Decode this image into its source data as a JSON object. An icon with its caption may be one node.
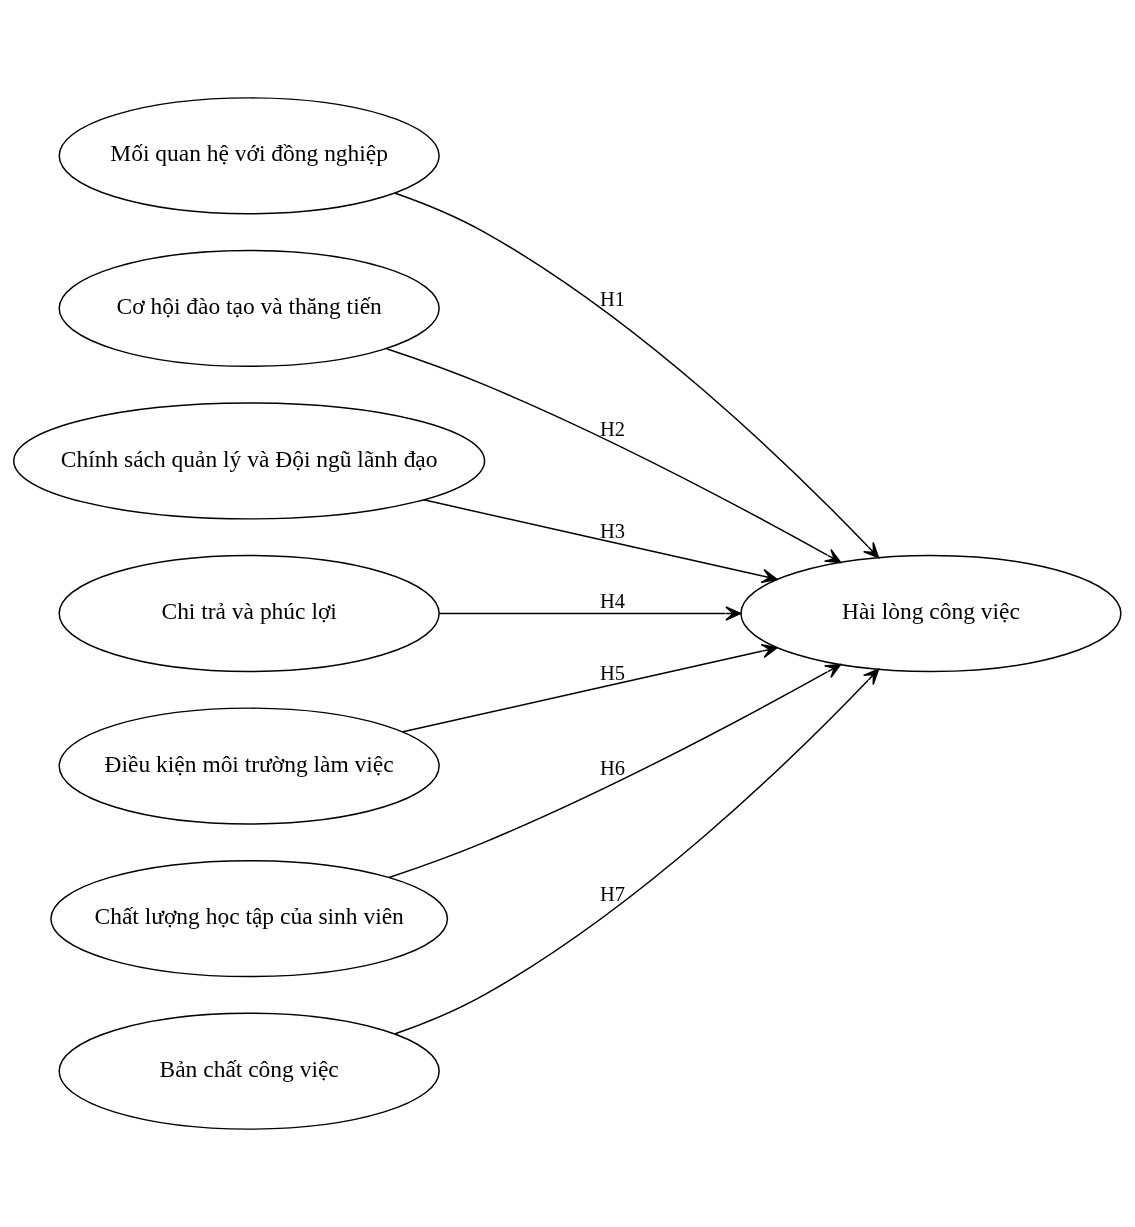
{
  "diagram": {
    "nodes": [
      {
        "text": [
          "Mối quan hệ với đồng nghiệp"
        ]
      },
      {
        "text": [
          "Cơ hội đào tạo và thăng tiến"
        ]
      },
      {
        "text": [
          "Chính sách quản lý và Đội ngũ lãnh đạo"
        ]
      },
      {
        "text": [
          "Chi trả và phúc lợi"
        ]
      },
      {
        "text": [
          "Điều kiện môi trường làm việc"
        ]
      },
      {
        "text": [
          "Chất lượng học tập của sinh viên"
        ]
      },
      {
        "text": [
          "Bản chất công việc"
        ]
      },
      {
        "text": [
          "Hài lòng công việc"
        ]
      }
    ],
    "edges": [
      {
        "from": 0,
        "to": 7,
        "arrow": "to",
        "label": "H1"
      },
      {
        "from": 1,
        "to": 7,
        "arrow": "to",
        "label": "H2"
      },
      {
        "from": 2,
        "to": 7,
        "arrow": "to",
        "label": "H3"
      },
      {
        "from": 3,
        "to": 7,
        "arrow": "to",
        "label": "H4"
      },
      {
        "from": 4,
        "to": 7,
        "arrow": "to",
        "label": "H5"
      },
      {
        "from": 5,
        "to": 7,
        "arrow": "to",
        "label": "H6"
      },
      {
        "from": 6,
        "to": 7,
        "arrow": "to",
        "label": "H7"
      }
    ]
  }
}
